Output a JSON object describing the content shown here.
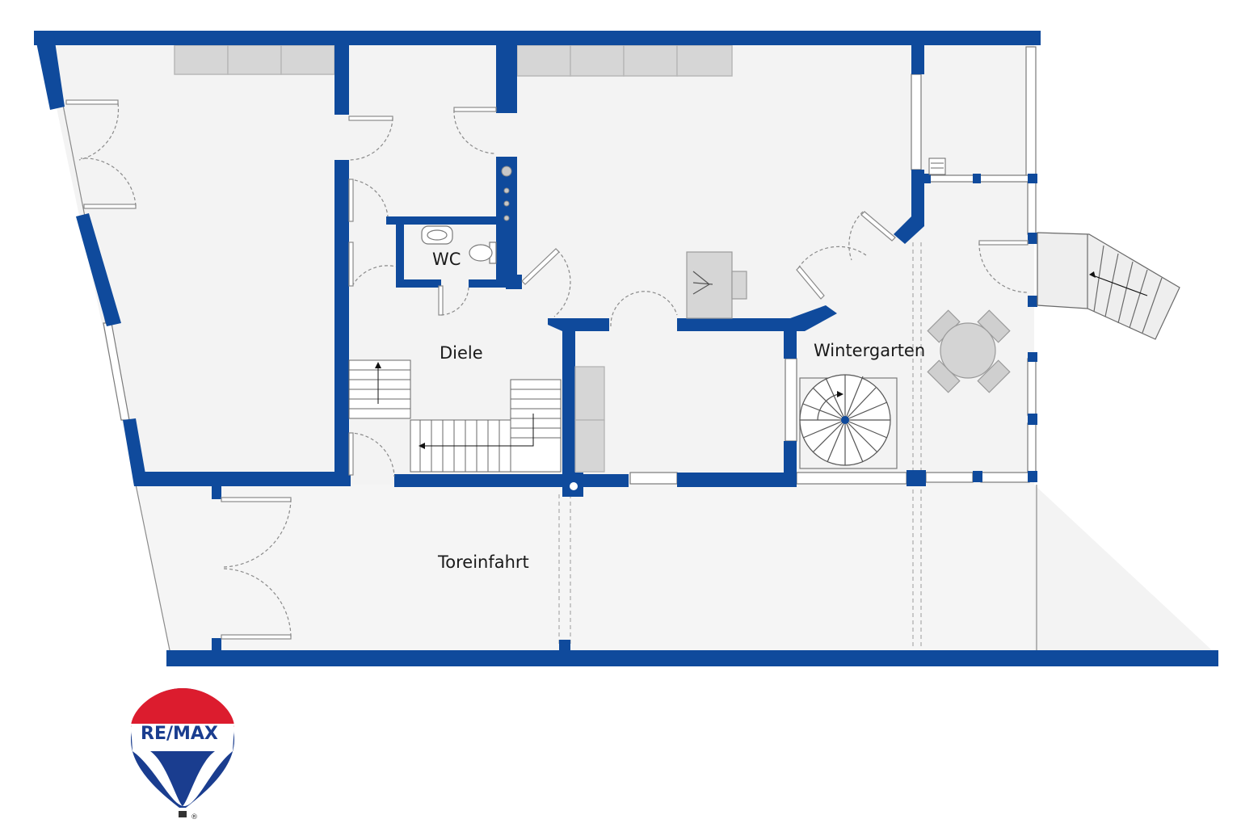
{
  "floorplan": {
    "rooms": [
      {
        "id": "wc",
        "label": "WC"
      },
      {
        "id": "diele",
        "label": "Diele"
      },
      {
        "id": "wintergarten",
        "label": "Wintergarten"
      },
      {
        "id": "toreinfahrt",
        "label": "Toreinfahrt"
      }
    ]
  },
  "logo": {
    "text": "RE/MAX",
    "registered": "®"
  },
  "colors": {
    "wall": "#0f4a9c",
    "floor": "#f2f2f2",
    "furniture": "#d9d9d9",
    "logo_red": "#dc1c2e",
    "logo_blue": "#1a3d8f"
  }
}
